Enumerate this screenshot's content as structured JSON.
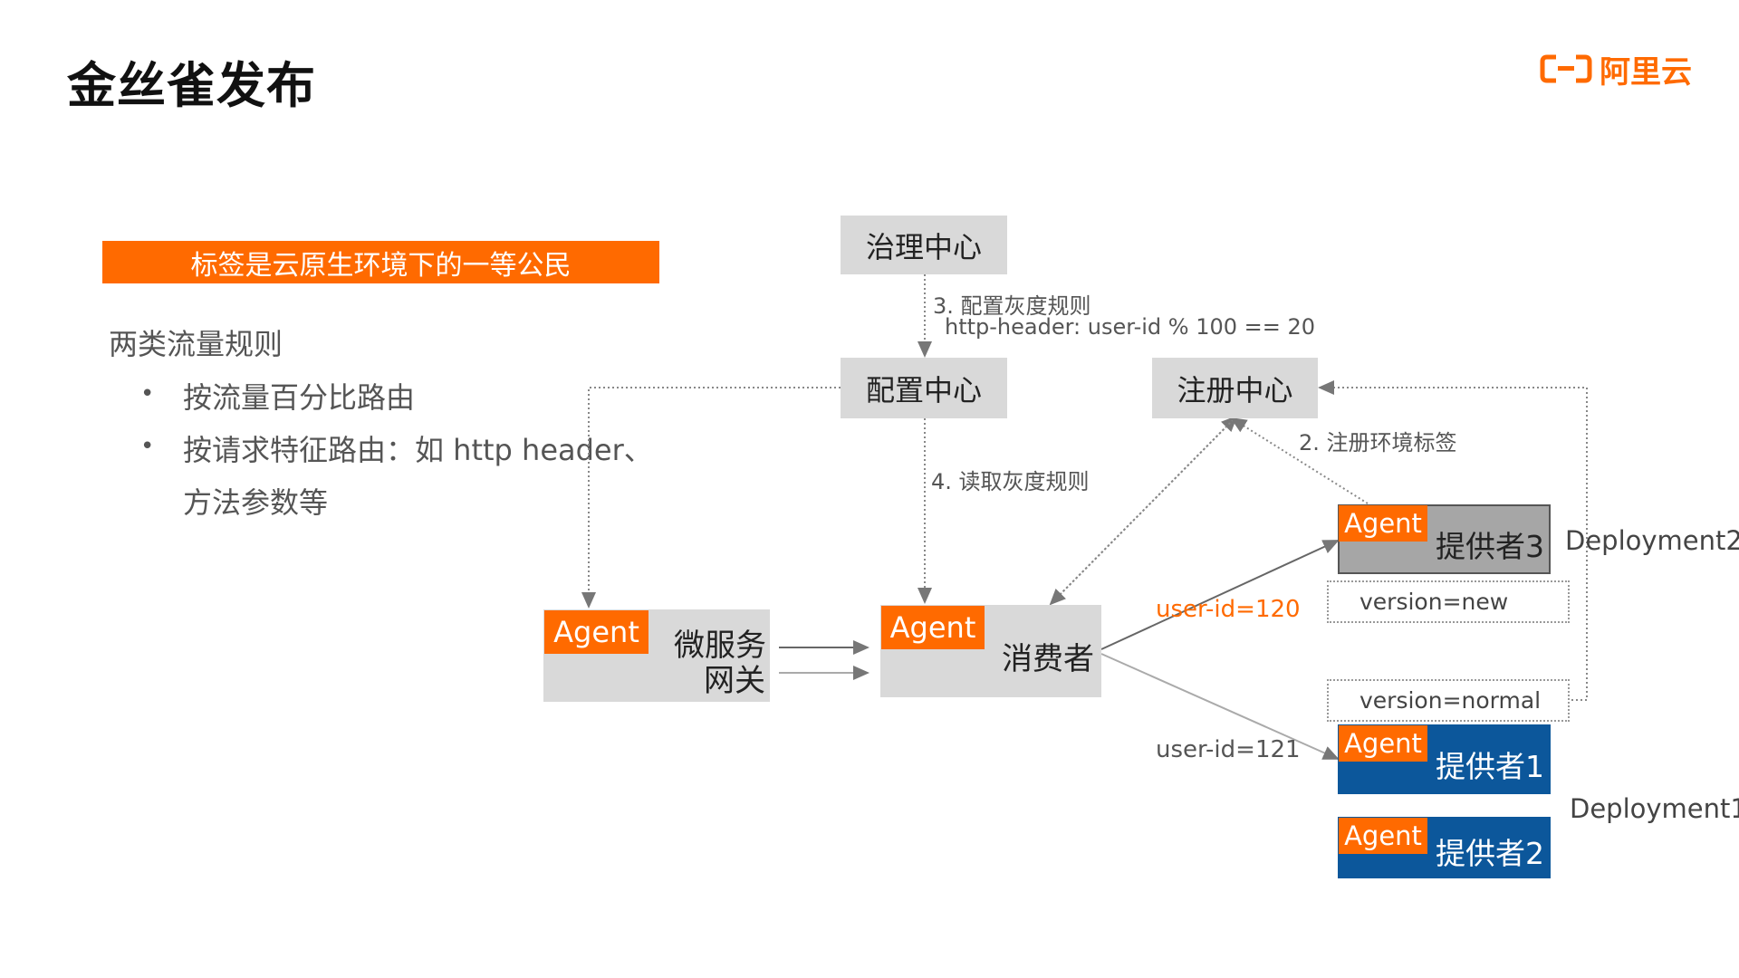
{
  "title": "金丝雀发布",
  "logo": {
    "text": "阿里云",
    "icon": "aliyun-logo-icon",
    "color": "#ff6a00"
  },
  "banner": "标签是云原生环境下的一等公民",
  "rules": {
    "heading": "两类流量规则",
    "bullets": [
      {
        "marker": "•",
        "text": "按流量百分比路由"
      },
      {
        "marker": "•",
        "text": "按请求特征路由：如 http header、",
        "continuation": "方法参数等"
      }
    ]
  },
  "nodes": {
    "governance": "治理中心",
    "config": "配置中心",
    "registry": "注册中心",
    "gateway": {
      "agent": "Agent",
      "line1": "微服务",
      "line2": "网关"
    },
    "consumer": {
      "agent": "Agent",
      "label": "消费者"
    },
    "provider3": {
      "agent": "Agent",
      "label": "提供者3"
    },
    "provider1": {
      "agent": "Agent",
      "label": "提供者1"
    },
    "provider2": {
      "agent": "Agent",
      "label": "提供者2"
    }
  },
  "edges": {
    "step3_line1": "3. 配置灰度规则",
    "step3_line2": "http-header: user-id % 100 == 20",
    "step4": "4. 读取灰度规则",
    "step2": "2. 注册环境标签",
    "route_new": "user-id=120",
    "route_normal": "user-id=121"
  },
  "tags": {
    "new": "version=new",
    "normal": "version=normal"
  },
  "deployments": {
    "d2": "Deployment2",
    "d1": "Deployment1"
  },
  "colors": {
    "accent": "#ff6a00",
    "box": "#d9d9d9",
    "provider_blue": "#0c579b",
    "provider_gray": "#a6a6a6"
  }
}
